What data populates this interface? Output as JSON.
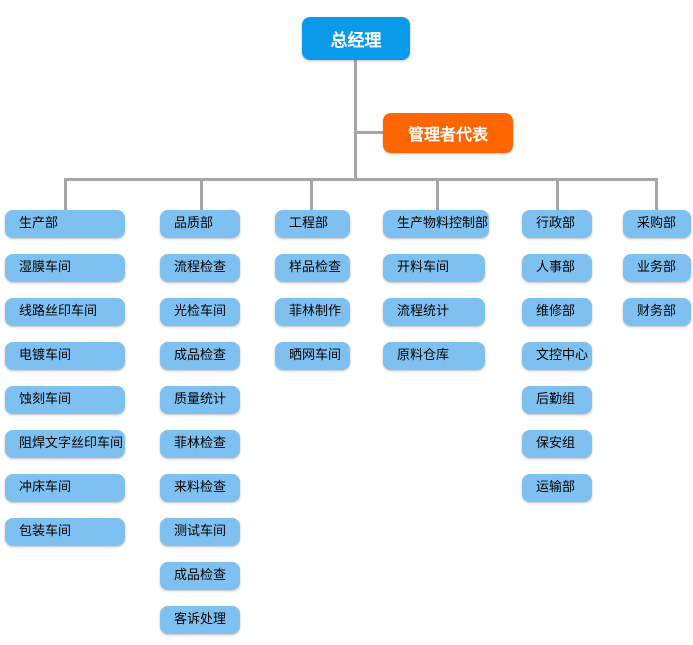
{
  "root": {
    "label": "总经理"
  },
  "representative": {
    "label": "管理者代表"
  },
  "columns": [
    {
      "head": "生产部",
      "items": [
        "湿膜车间",
        "线路丝印车间",
        "电镀车间",
        "蚀刻车间",
        "阻焊文字丝印车间",
        "冲床车间",
        "包装车间"
      ]
    },
    {
      "head": "品质部",
      "items": [
        "流程检查",
        "光检车间",
        "成品检查",
        "质量统计",
        "菲林检查",
        "来料检查",
        "测试车间",
        "成品检查",
        "客诉处理"
      ]
    },
    {
      "head": "工程部",
      "items": [
        "样品检查",
        "菲林制作",
        "晒网车间"
      ]
    },
    {
      "head": "生产物料控制部",
      "items": [
        "开料车间",
        "流程统计",
        "原料仓库"
      ]
    },
    {
      "head": "行政部",
      "items": [
        "人事部",
        "维修部",
        "文控中心",
        "后勤组",
        "保安组",
        "运输部"
      ]
    },
    {
      "head": "采购部",
      "items": [
        "业务部",
        "财务部"
      ]
    }
  ],
  "colors": {
    "root_fill": "#0a9beb",
    "representative_fill": "#ff6600",
    "node_fill": "#7ec1f1",
    "connector": "#a6a6a6",
    "root_text": "#ffffff",
    "node_text": "#000000"
  }
}
